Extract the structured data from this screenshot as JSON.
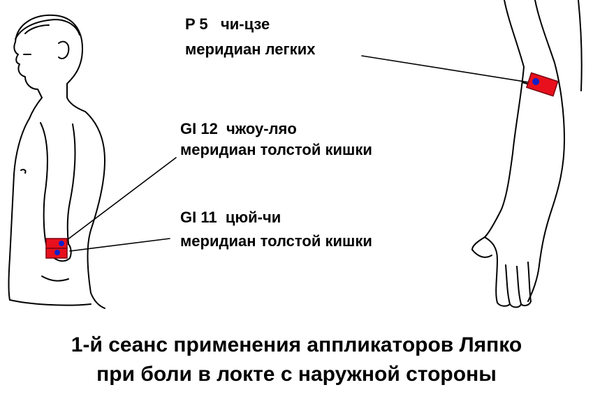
{
  "labels": {
    "p5": {
      "code": "P 5   чи-цзе",
      "meridian": "меридиан легких"
    },
    "gi12": {
      "code": "GI 12  чжоу-ляо",
      "meridian": "меридиан толстой кишки"
    },
    "gi11": {
      "code": "GI 11  цюй-чи",
      "meridian": "меридиан толстой кишки"
    }
  },
  "caption": {
    "line1": "1-й сеанс применения аппликаторов Ляпко",
    "line2": "при боли в локте с наружной стороны"
  },
  "colors": {
    "applicator_fill": "#e8101c",
    "applicator_stroke": "#7a0010",
    "point_marker": "#1020c8",
    "line_art": "#000000"
  },
  "icons": {
    "figure": "boy-side-silhouette",
    "arm": "arm-palm-forward"
  }
}
